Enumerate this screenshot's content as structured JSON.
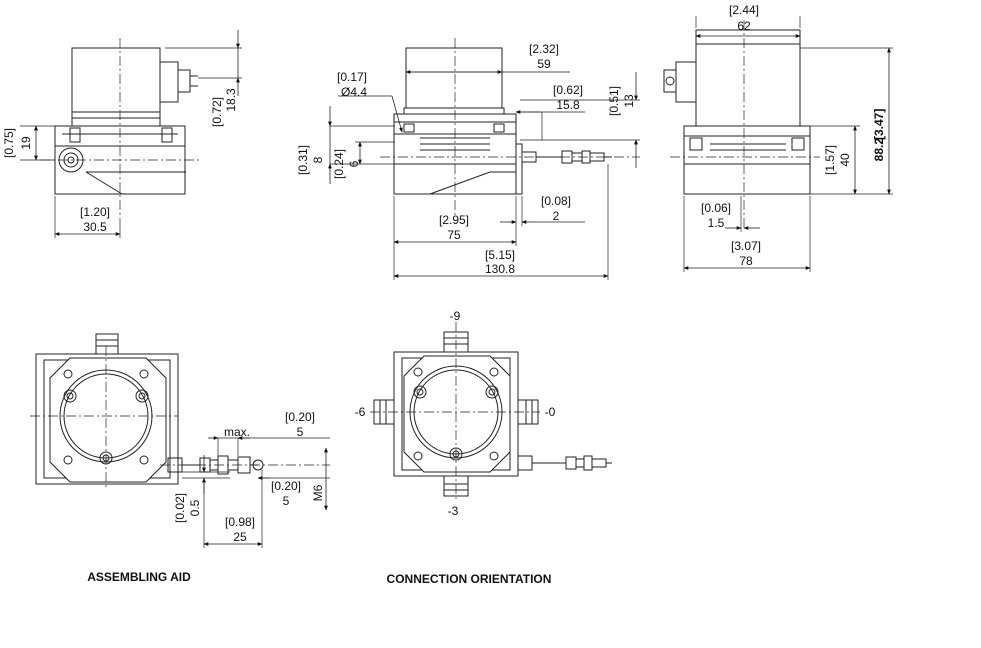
{
  "captions": {
    "assembling": "ASSEMBLING AID",
    "orientation": "CONNECTION ORIENTATION"
  },
  "dims": {
    "side_left": {
      "h_in": "[0.72]",
      "h_mm": "18.3",
      "b_in": "[0.75]",
      "b_mm": "19",
      "w_in": "[1.20]",
      "w_mm": "30.5"
    },
    "front": {
      "top_in": "[2.32]",
      "top_mm": "59",
      "hole_in": "[0.17]",
      "hole_mm": "Ø4.4",
      "r_in": "[0.62]",
      "r_mm": "15.8",
      "rv_in": "[0.51]",
      "rv_mm": "13",
      "l1_in": "[0.31]",
      "l1_mm": "8",
      "l2_in": "[0.24]",
      "l2_mm": "6",
      "g_in": "[0.08]",
      "g_mm": "2",
      "base_in": "[2.95]",
      "base_mm": "75",
      "total_in": "[5.15]",
      "total_mm": "130.8"
    },
    "side_right": {
      "top_in": "[2.44]",
      "top_mm": "62",
      "h_in": "[1.57]",
      "h_mm": "40",
      "th_mm": "88.2",
      "th_in": "[3.47]",
      "o_in": "[0.06]",
      "o_mm": "1.5",
      "w_in": "[3.07]",
      "w_mm": "78"
    },
    "assembling": {
      "max_label": "max.",
      "m_in": "[0.20]",
      "m_mm": "5",
      "a_in": "[0.20]",
      "a_mm": "5",
      "thread": "M6",
      "v_in": "[0.02]",
      "v_mm": "0.5",
      "d_in": "[0.98]",
      "d_mm": "25"
    },
    "orientation": {
      "top": "-9",
      "left": "-6",
      "right": "-0",
      "bottom": "-3"
    }
  }
}
